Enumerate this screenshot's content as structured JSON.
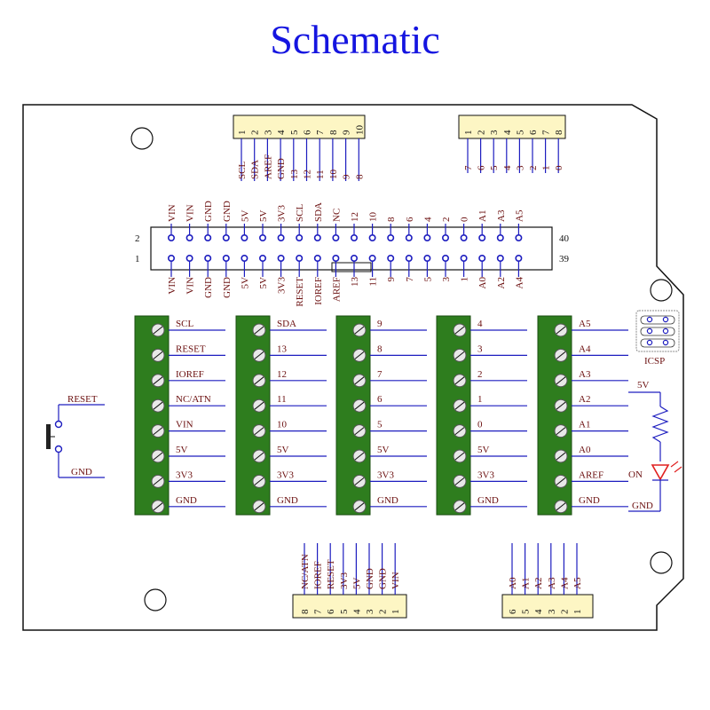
{
  "title": "Schematic",
  "top_header_left": {
    "numbers": [
      "1",
      "2",
      "3",
      "4",
      "5",
      "6",
      "7",
      "8",
      "9",
      "10"
    ],
    "labels": [
      "SCL",
      "SDA",
      "AREF",
      "GND",
      "13",
      "12",
      "11",
      "10",
      "9",
      "8"
    ]
  },
  "top_header_right": {
    "numbers": [
      "1",
      "2",
      "3",
      "4",
      "5",
      "6",
      "7",
      "8"
    ],
    "labels": [
      "7",
      "6",
      "5",
      "4",
      "3",
      "2",
      "1",
      "0"
    ]
  },
  "main_header": {
    "row_top_labels": [
      "VIN",
      "VIN",
      "GND",
      "GND",
      "5V",
      "5V",
      "3V3",
      "SCL",
      "SDA",
      "NC",
      "12",
      "10",
      "8",
      "6",
      "4",
      "2",
      "0",
      "A1",
      "A3",
      "A5"
    ],
    "row_bottom_labels": [
      "VIN",
      "VIN",
      "GND",
      "GND",
      "5V",
      "5V",
      "3V3",
      "RESET",
      "IOREF",
      "AREF",
      "13",
      "11",
      "9",
      "7",
      "5",
      "3",
      "1",
      "A0",
      "A2",
      "A4"
    ],
    "left_top": "2",
    "left_bottom": "1",
    "right_top": "40",
    "right_bottom": "39"
  },
  "terminal_blocks": [
    {
      "labels": [
        "SCL",
        "RESET",
        "IOREF",
        "NC/ATN",
        "VIN",
        "5V",
        "3V3",
        "GND"
      ]
    },
    {
      "labels": [
        "SDA",
        "13",
        "12",
        "11",
        "10",
        "5V",
        "3V3",
        "GND"
      ]
    },
    {
      "labels": [
        "9",
        "8",
        "7",
        "6",
        "5",
        "5V",
        "3V3",
        "GND"
      ]
    },
    {
      "labels": [
        "4",
        "3",
        "2",
        "1",
        "0",
        "5V",
        "3V3",
        "GND"
      ]
    },
    {
      "labels": [
        "A5",
        "A4",
        "A3",
        "A2",
        "A1",
        "A0",
        "AREF",
        "GND"
      ]
    }
  ],
  "reset_switch": {
    "top_label": "RESET",
    "bottom_label": "GND"
  },
  "led": {
    "supply_label": "5V",
    "on_label": "ON",
    "gnd_label": "GND"
  },
  "icsp_label": "ICSP",
  "bottom_header_left": {
    "numbers": [
      "8",
      "7",
      "6",
      "5",
      "4",
      "3",
      "2",
      "1"
    ],
    "labels": [
      "NC/ATN",
      "IOREF",
      "RESET",
      "3V3",
      "5V",
      "GND",
      "GND",
      "VIN"
    ]
  },
  "bottom_header_right": {
    "numbers": [
      "6",
      "5",
      "4",
      "3",
      "2",
      "1"
    ],
    "labels": [
      "A0",
      "A1",
      "A2",
      "A3",
      "A4",
      "A5"
    ]
  },
  "colors": {
    "title": "#1515e0",
    "terminal": "#2e7d1e",
    "header": "#fdf6c4",
    "wire": "#1d1dbf",
    "label": "#6b0f0f",
    "led": "#e02020"
  }
}
